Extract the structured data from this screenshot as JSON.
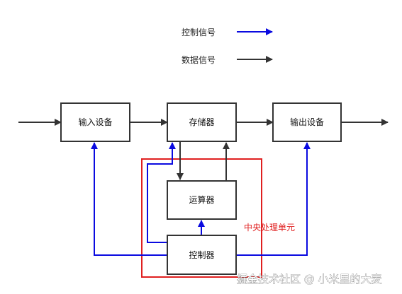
{
  "legend": {
    "control_signal": "控制信号",
    "data_signal": "数据信号"
  },
  "blocks": {
    "input": "输入设备",
    "memory": "存储器",
    "output": "输出设备",
    "alu": "运算器",
    "controller": "控制器"
  },
  "cpu_group": {
    "label": "中央处理单元"
  },
  "watermark": {
    "text": "掘金技术社区 @ 小米里的大麦"
  },
  "colors": {
    "control": "#0a0ae0",
    "data": "#333333",
    "cpu_border": "#e02020",
    "cpu_text": "#e02020"
  }
}
